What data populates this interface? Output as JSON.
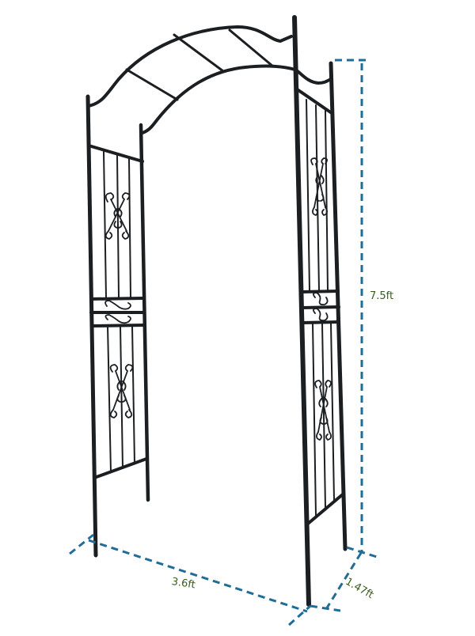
{
  "product": {
    "name": "Metal garden arch",
    "frame_color": "#1c1f22"
  },
  "dimensions": {
    "height": {
      "label": "7.5ft"
    },
    "width": {
      "label": "3.6ft"
    },
    "depth": {
      "label": "1.47ft"
    },
    "line_color": "#1f6d96",
    "text_color": "#3a5d1c"
  }
}
